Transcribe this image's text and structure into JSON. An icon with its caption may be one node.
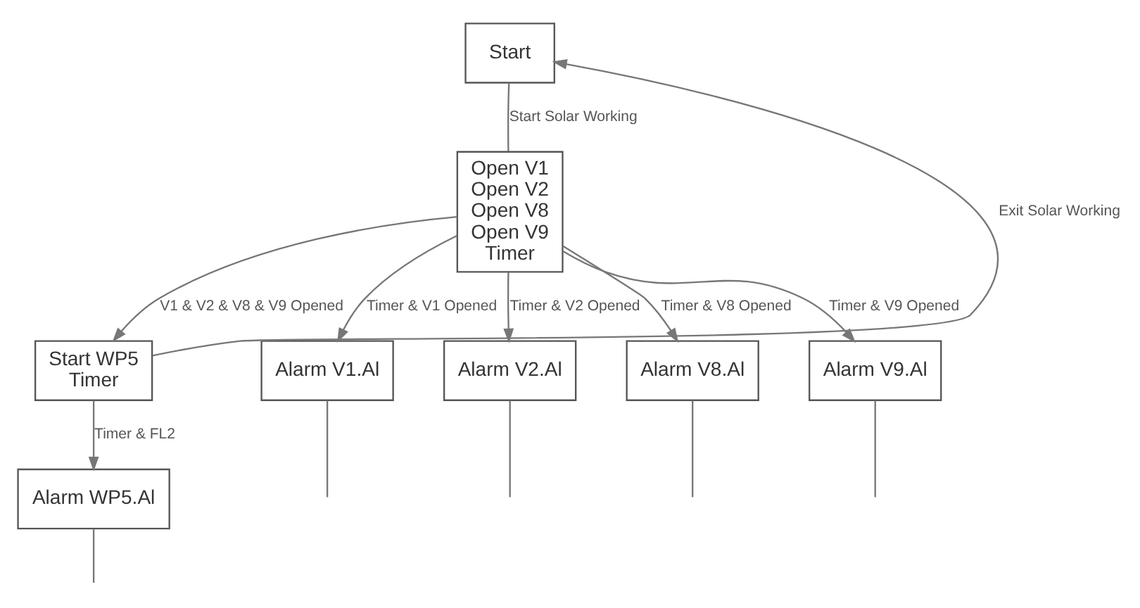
{
  "diagram": {
    "nodes": [
      {
        "text": [
          "Start"
        ]
      },
      {
        "text": [
          "Open V1",
          "Open V2",
          "Open V8",
          "Open V9",
          "Timer"
        ]
      },
      {
        "text": [
          "Start WP5",
          "Timer"
        ]
      },
      {
        "text": [
          "Alarm V1.Al"
        ]
      },
      {
        "text": [
          "Alarm V2.Al"
        ]
      },
      {
        "text": [
          "Alarm V8.Al"
        ]
      },
      {
        "text": [
          "Alarm V9.Al"
        ]
      },
      {
        "text": [
          "Alarm WP5.Al"
        ]
      }
    ],
    "edges": [
      {
        "from": 0,
        "to": 1,
        "arrow": "none",
        "label": "Start Solar Working"
      },
      {
        "from": 1,
        "to": 2,
        "arrow": "to",
        "label": "V1 & V2 & V8 & V9 Opened"
      },
      {
        "from": 1,
        "to": 3,
        "arrow": "to",
        "label": "Timer & V1 Opened"
      },
      {
        "from": 1,
        "to": 4,
        "arrow": "to",
        "label": "Timer & V2 Opened"
      },
      {
        "from": 1,
        "to": 5,
        "arrow": "to",
        "label": "Timer & V8 Opened"
      },
      {
        "from": 1,
        "to": 6,
        "arrow": "to",
        "label": "Timer & V9 Opened"
      },
      {
        "from": 2,
        "to": 0,
        "arrow": "to",
        "label": "Exit Solar Working"
      },
      {
        "from": 2,
        "to": 7,
        "arrow": "to",
        "label": "Timer & FL2"
      },
      {
        "from": 3,
        "to": null,
        "arrow": "none"
      },
      {
        "from": 4,
        "to": null,
        "arrow": "none"
      },
      {
        "from": 5,
        "to": null,
        "arrow": "none"
      },
      {
        "from": 6,
        "to": null,
        "arrow": "none"
      },
      {
        "from": 7,
        "to": null,
        "arrow": "none"
      }
    ]
  }
}
